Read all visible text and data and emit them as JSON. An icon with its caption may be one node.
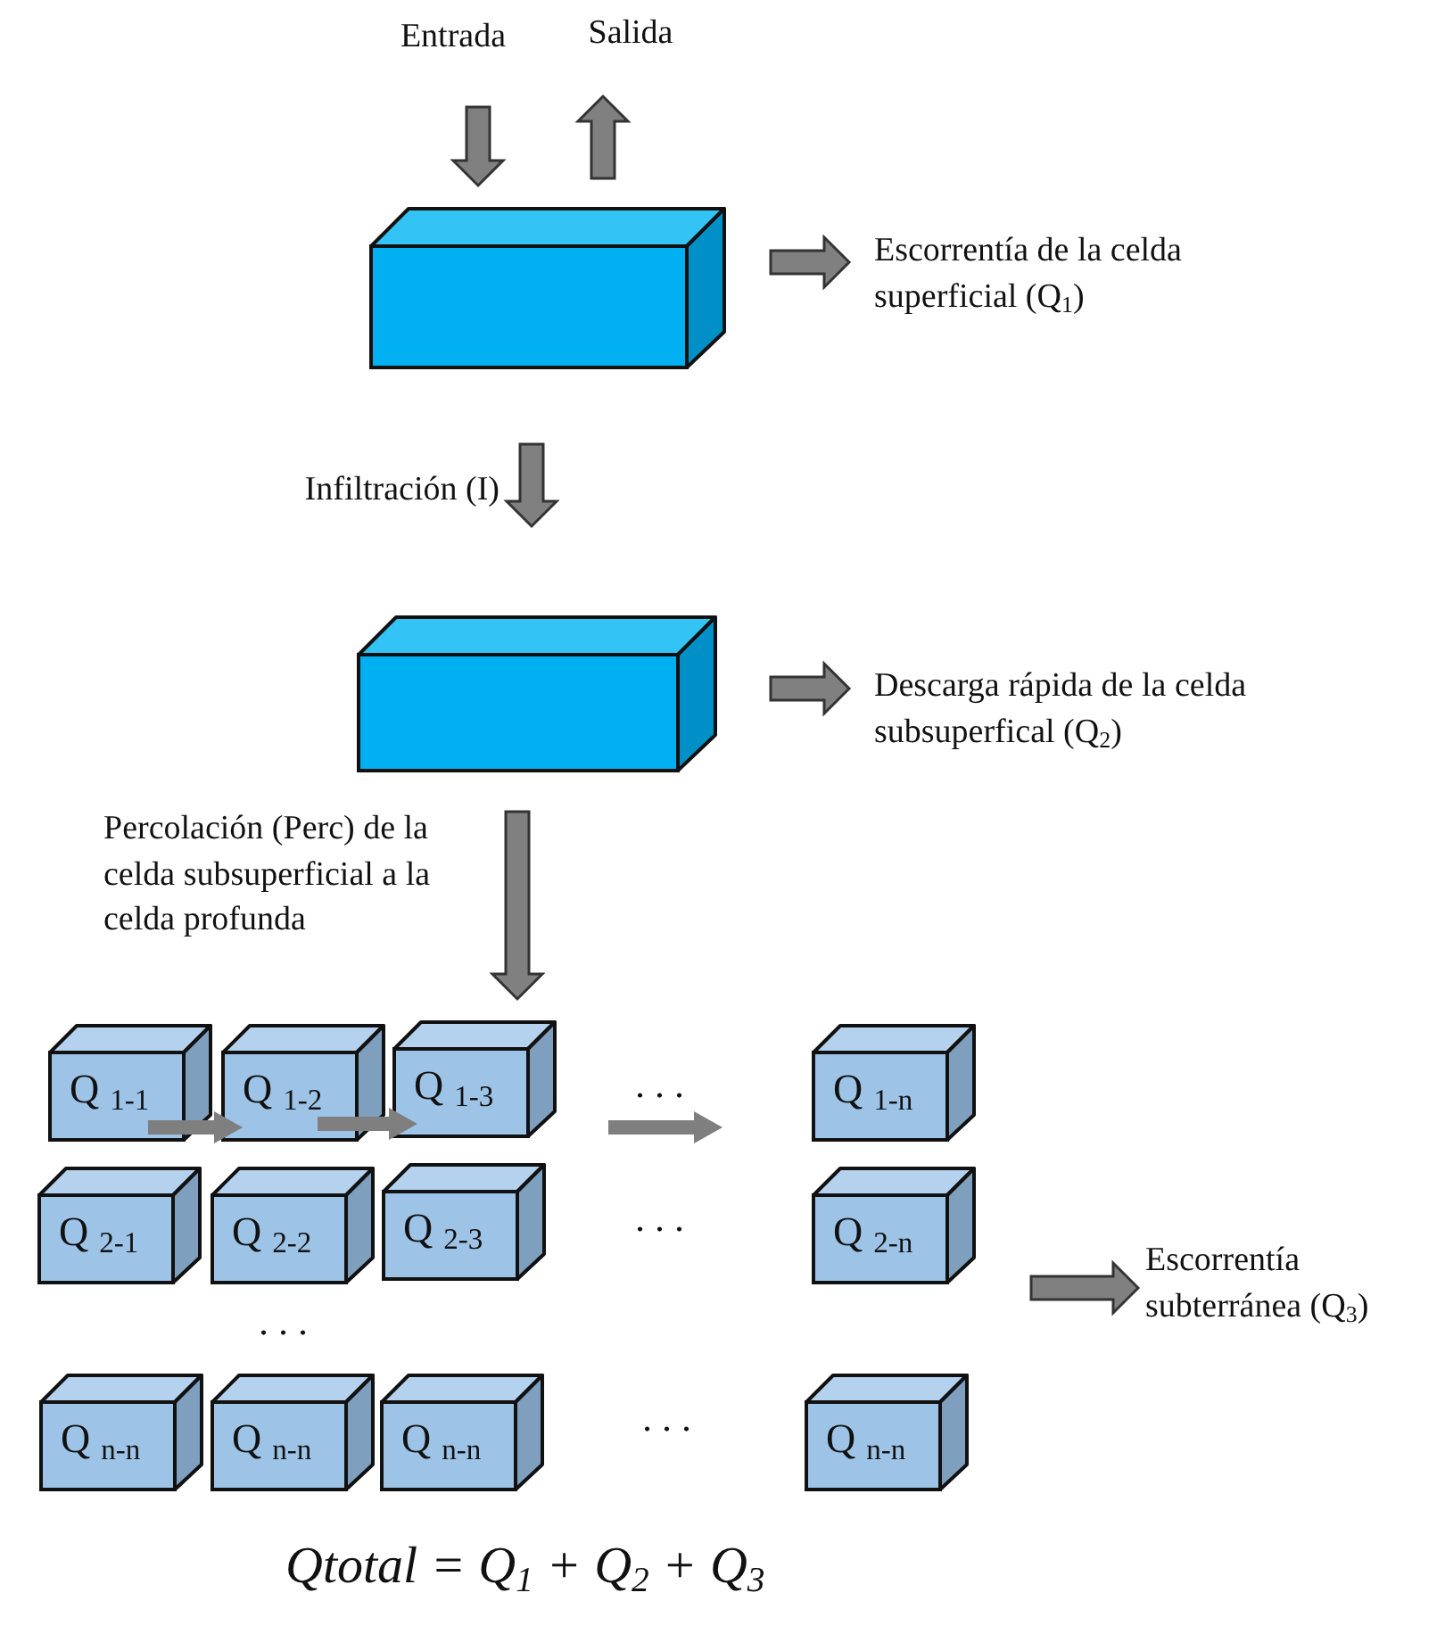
{
  "diagram": {
    "caption": "Qtotal = Q$_{1}$ + Q$_{2}$ + Q$_{3}$",
    "nodes": [
      {
        "text": [
          "Entrada"
        ]
      },
      {
        "text": [
          "Salida"
        ]
      },
      {
        "text": [],
        "shape": "box"
      },
      {
        "text": [
          "Escorrentía de la celda superficial (Q$_{1}$)"
        ]
      },
      {
        "text": [],
        "shape": "box"
      },
      {
        "text": [
          "Descarga rápida de la celda subsuperfical (Q$_{2}$)"
        ]
      },
      {
        "text": [
          "Q$_{1-1}$"
        ]
      },
      {
        "text": [
          "Q$_{1-2}$"
        ]
      },
      {
        "text": [
          "Q$_{1-3}$"
        ]
      },
      {
        "text": [
          "Q$_{1-n}$"
        ]
      },
      {
        "text": [
          "Q$_{2-1}$"
        ]
      },
      {
        "text": [
          "Q$_{2-2}$"
        ]
      },
      {
        "text": [
          "Q$_{2-3}$"
        ]
      },
      {
        "text": [
          "Q$_{2-n}$"
        ]
      },
      {
        "text": [
          "Q$_{n-n}$"
        ]
      },
      {
        "text": [
          "Q$_{n-n}$"
        ]
      },
      {
        "text": [
          "Q$_{n-n}$"
        ]
      },
      {
        "text": [
          "Q$_{n-n}$"
        ]
      },
      {
        "text": [
          "Escorrentía subterránea (Q$_{3}$)"
        ]
      }
    ],
    "edges": [
      {
        "from": 0,
        "to": 2,
        "arrow": "to"
      },
      {
        "from": 2,
        "to": 1,
        "arrow": "to"
      },
      {
        "from": 2,
        "to": 3,
        "arrow": "to"
      },
      {
        "from": 2,
        "to": 4,
        "arrow": "to",
        "label": "Infiltración (I)"
      },
      {
        "from": 4,
        "to": 5,
        "arrow": "to"
      },
      {
        "from": 4,
        "to": 8,
        "arrow": "to",
        "label": "Percolación (Perc) de la celda subsuperficial a la celda profunda"
      },
      {
        "from": 6,
        "to": 7,
        "arrow": "to",
        "style": "thick"
      },
      {
        "from": 7,
        "to": 8,
        "arrow": "to",
        "style": "thick"
      },
      {
        "from": 8,
        "to": 9,
        "arrow": "to",
        "style": "thick"
      },
      {
        "from": null,
        "to": 18,
        "arrow": "to"
      }
    ],
    "labels": [
      ". . .",
      ". . .",
      ". . .",
      ". . ."
    ]
  }
}
